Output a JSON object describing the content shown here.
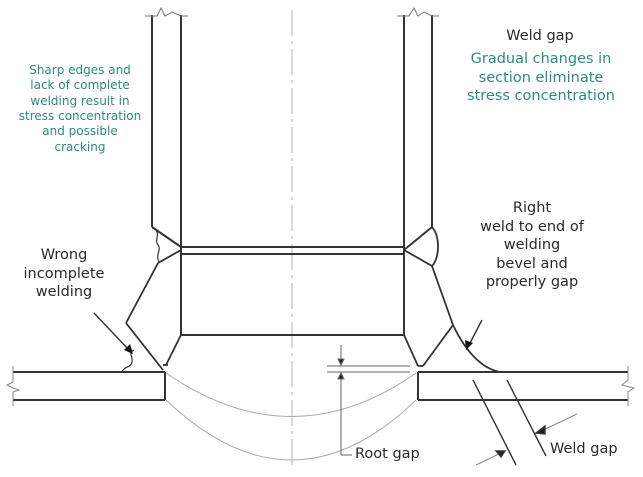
{
  "diagram": {
    "title": "Welded joint: wrong vs. right weld",
    "colors": {
      "annotation_teal": "#2e8b7a",
      "label_dark": "#2a2a2a",
      "line": "#333333",
      "centerline": "#bbbbbb"
    },
    "labels": {
      "left_note": [
        "Sharp edges and",
        "lack of complete",
        "welding result in",
        "stress concentration",
        "and possible",
        "cracking"
      ],
      "top_right_heading": "Weld gap",
      "right_note": [
        "Gradual changes in",
        "section eliminate",
        "stress concentration"
      ],
      "wrong_weld": [
        "Wrong",
        "incomplete",
        "welding"
      ],
      "right_weld": [
        "Right",
        "weld to end of",
        "welding",
        "bevel and",
        "properly gap"
      ],
      "root_gap": "Root gap",
      "weld_gap_bottom": "Weld gap"
    }
  }
}
